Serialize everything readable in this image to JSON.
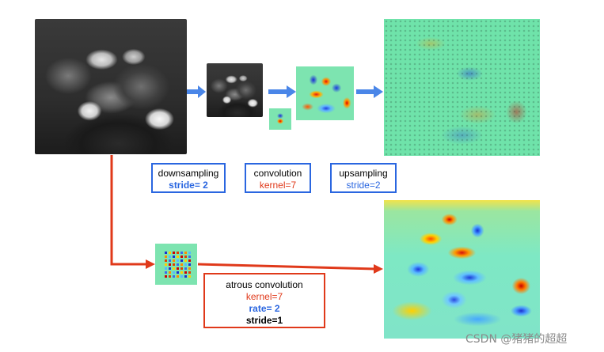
{
  "colors": {
    "blue_arrow": "#4a86e8",
    "red_arrow": "#e0391a",
    "blue_box": "#2a66e0",
    "red_box": "#e0391a"
  },
  "boxes": {
    "downsampling": {
      "title": "downsampling",
      "param": "stride= 2"
    },
    "convolution": {
      "title": "convolution",
      "param": "kernel=7"
    },
    "upsampling": {
      "title": "upsampling",
      "param": "stride=2"
    },
    "atrous": {
      "title": "atrous convolution",
      "kernel": "kernel=7",
      "rate": "rate= 2",
      "stride": "stride=1"
    }
  },
  "watermark": "CSDN @猪猪的超超"
}
